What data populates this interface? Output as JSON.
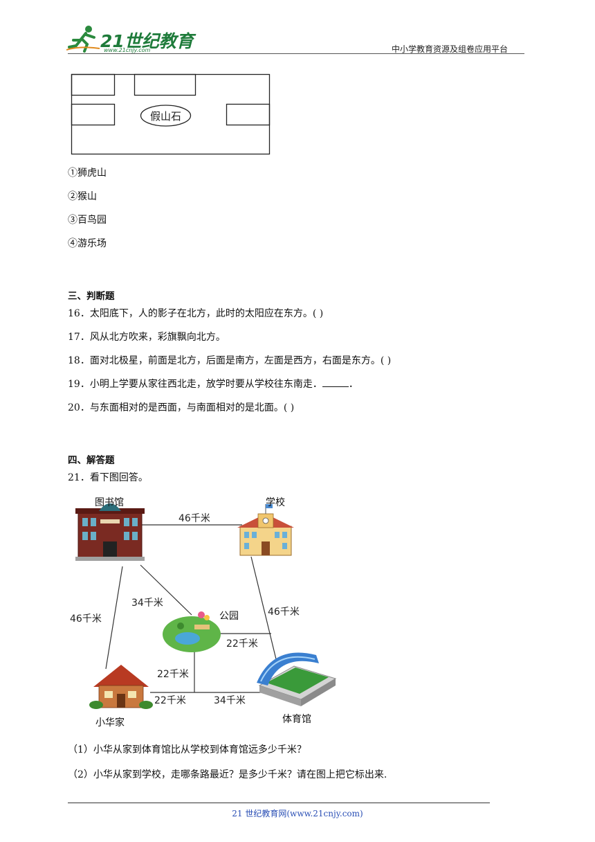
{
  "header": {
    "logo_text": "21世纪教育",
    "logo_url": "www.21cnjy.com",
    "right_text": "中小学教育资源及组卷应用平台"
  },
  "diagram": {
    "center_label": "假山石"
  },
  "options": [
    "①狮虎山",
    "②猴山",
    "③百鸟园",
    "④游乐场"
  ],
  "section3": {
    "title": "三、判断题",
    "questions": [
      {
        "num": "16．",
        "text": "太阳底下，人的影子在北方，此时的太阳应在东方。(          )"
      },
      {
        "num": "17．",
        "text": "风从北方吹来，彩旗飘向北方。"
      },
      {
        "num": "18．",
        "text": "面对北极星，前面是北方，后面是南方，左面是西方，右面是东方。(                )"
      },
      {
        "num": "19．",
        "text_before": "小明上学要从家往西北走，放学时要从学校往东南走．",
        "text_after": "．"
      },
      {
        "num": "20．",
        "text": "与东面相对的是西面，与南面相对的是北面。(        )"
      }
    ]
  },
  "section4": {
    "title": "四、解答题",
    "q21": "21．看下图回答。",
    "sub1": "（1）小华从家到体育馆比从学校到体育馆远多少千米？",
    "sub2": "（2）小华从家到学校，走哪条路最近？是多少千米？请在图上把它标出来."
  },
  "map": {
    "library": "图书馆",
    "school": "学校",
    "park": "公园",
    "home": "小华家",
    "stadium": "体育馆",
    "library_school": "46千米",
    "library_home": "46千米",
    "library_park": "34千米",
    "school_stadium": "46千米",
    "park_stadium": "22千米",
    "park_corner": "22千米",
    "home_corner": "22千米",
    "corner_stadium": "34千米"
  },
  "footer": {
    "text": "21 世纪教育网(www.21cnjy.com)"
  }
}
